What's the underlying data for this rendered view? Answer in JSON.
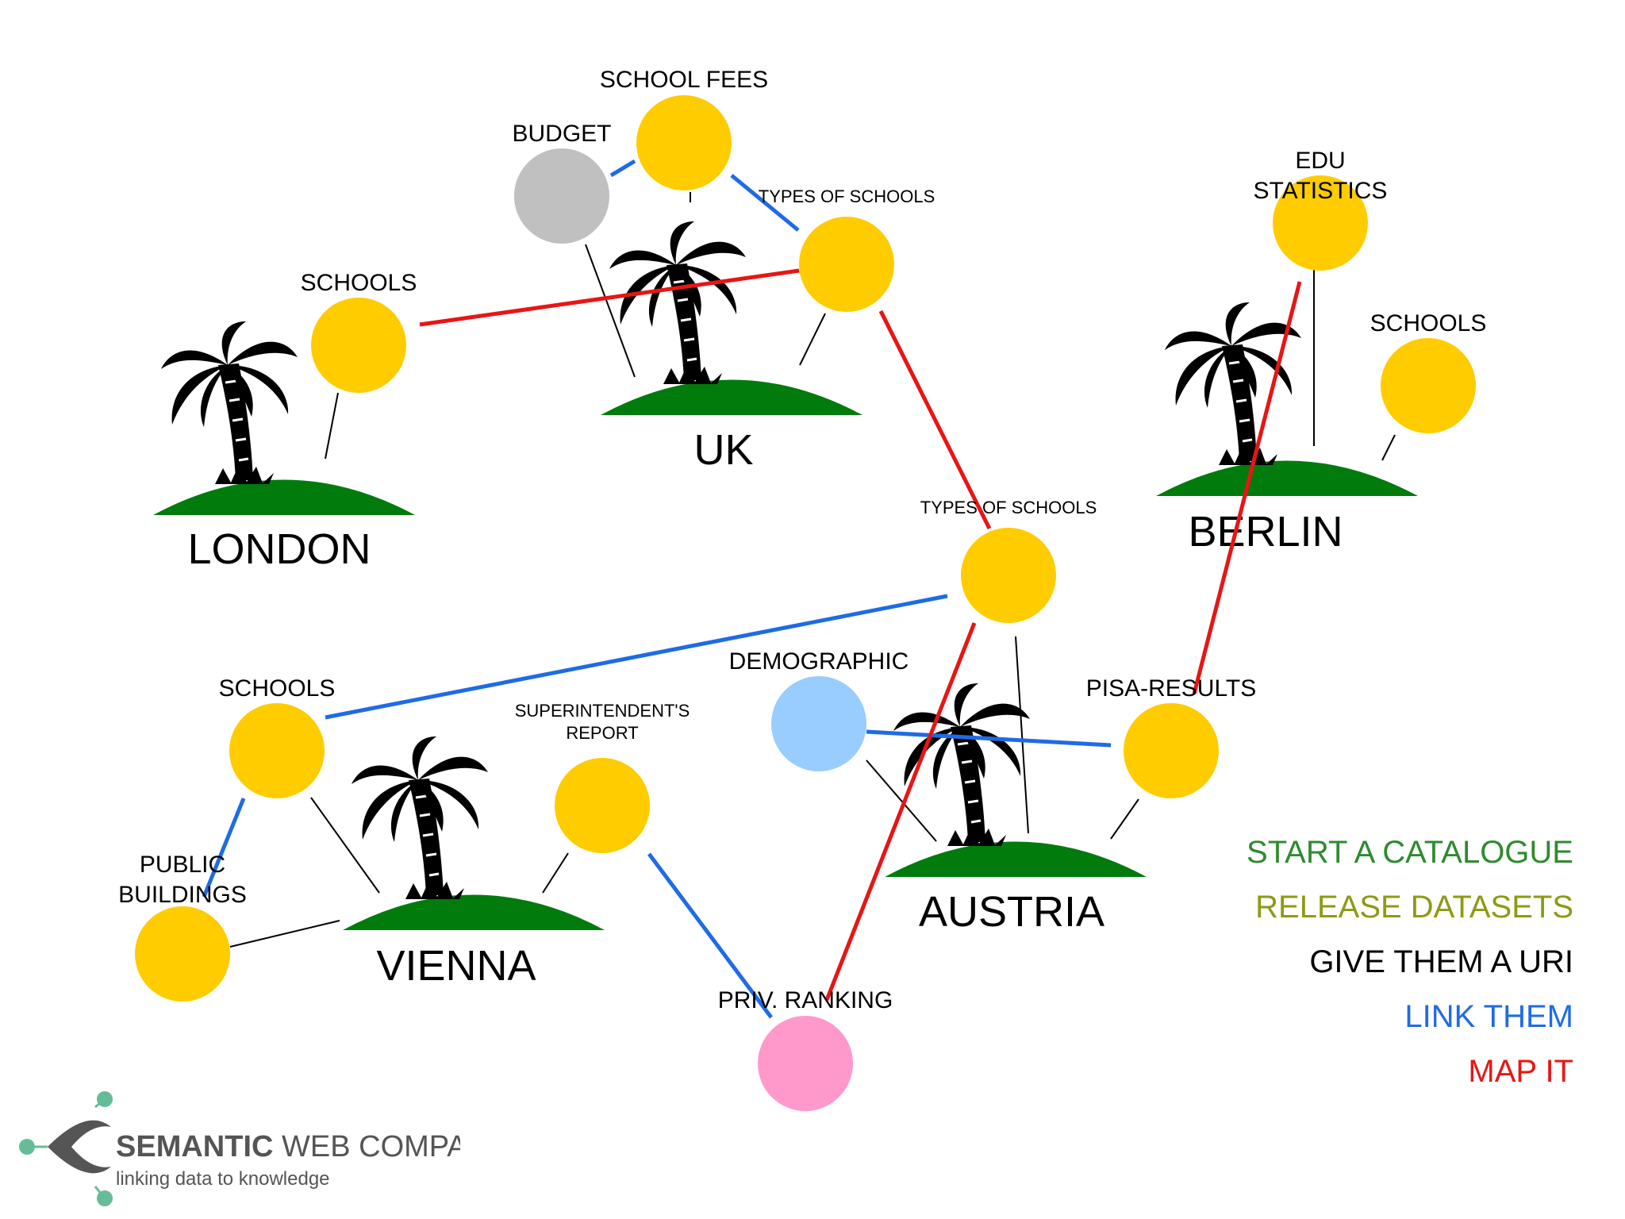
{
  "colors": {
    "dataset": "#FFCC00",
    "budget": "#C0C0C0",
    "demographic": "#99CCFF",
    "ranking": "#FF99CC",
    "island": "#007B0C",
    "link": "#1E6BE6",
    "map": "#E81515",
    "connector": "#000000",
    "legend_catalogue": "#2E8B2E",
    "legend_release": "#8E9A12",
    "legend_uri": "#000000",
    "legend_link": "#1E6BE6",
    "legend_map": "#E81515"
  },
  "islands": {
    "london": "LONDON",
    "uk": "UK",
    "berlin": "BERLIN",
    "austria": "AUSTRIA",
    "vienna": "VIENNA"
  },
  "datasets": {
    "london_schools": "SCHOOLS",
    "school_fees": "SCHOOL FEES",
    "budget": "BUDGET",
    "uk_types": "TYPES OF SCHOOLS",
    "edu_statistics_1": "EDU",
    "edu_statistics_2": "STATISTICS",
    "berlin_schools": "SCHOOLS",
    "austria_types": "TYPES OF SCHOOLS",
    "vienna_schools": "SCHOOLS",
    "superintendent_1": "SUPERINTENDENT'S",
    "superintendent_2": "REPORT",
    "demographic": "DEMOGRAPHIC",
    "pisa": "PISA-RESULTS",
    "public_buildings_1": "PUBLIC",
    "public_buildings_2": "BUILDINGS",
    "priv_ranking": "PRIV. RANKING"
  },
  "legend": {
    "catalogue": "START A CATALOGUE",
    "release": "RELEASE DATASETS",
    "uri": "GIVE THEM A URI",
    "link": "LINK THEM",
    "map": "MAP IT"
  },
  "logo": {
    "name_bold": "SEMANTIC",
    "name_rest": " WEB COMPANY",
    "tagline": "linking data to knowledge"
  }
}
